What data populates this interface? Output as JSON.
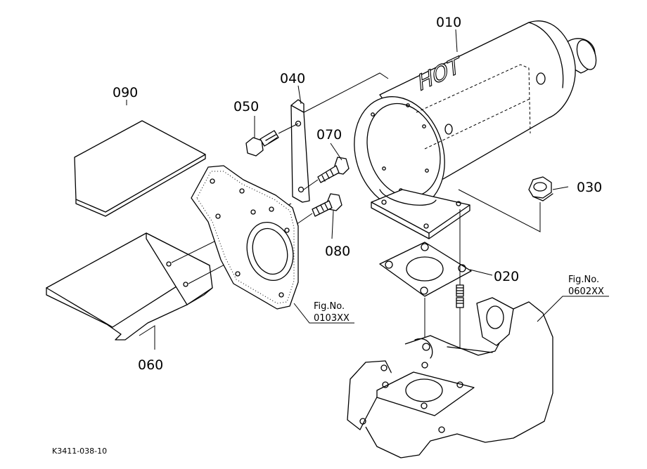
{
  "diagram": {
    "parts": [
      {
        "id": "010"
      },
      {
        "id": "020"
      },
      {
        "id": "030"
      },
      {
        "id": "040"
      },
      {
        "id": "050"
      },
      {
        "id": "060"
      },
      {
        "id": "070"
      },
      {
        "id": "080"
      },
      {
        "id": "090"
      }
    ],
    "refs": [
      {
        "line1": "Fig.No.",
        "line2": "0103XX"
      },
      {
        "line1": "Fig.No.",
        "line2": "0602XX"
      }
    ],
    "muffler_marking": "HOT",
    "drawing_code": "K3411-038-10"
  }
}
